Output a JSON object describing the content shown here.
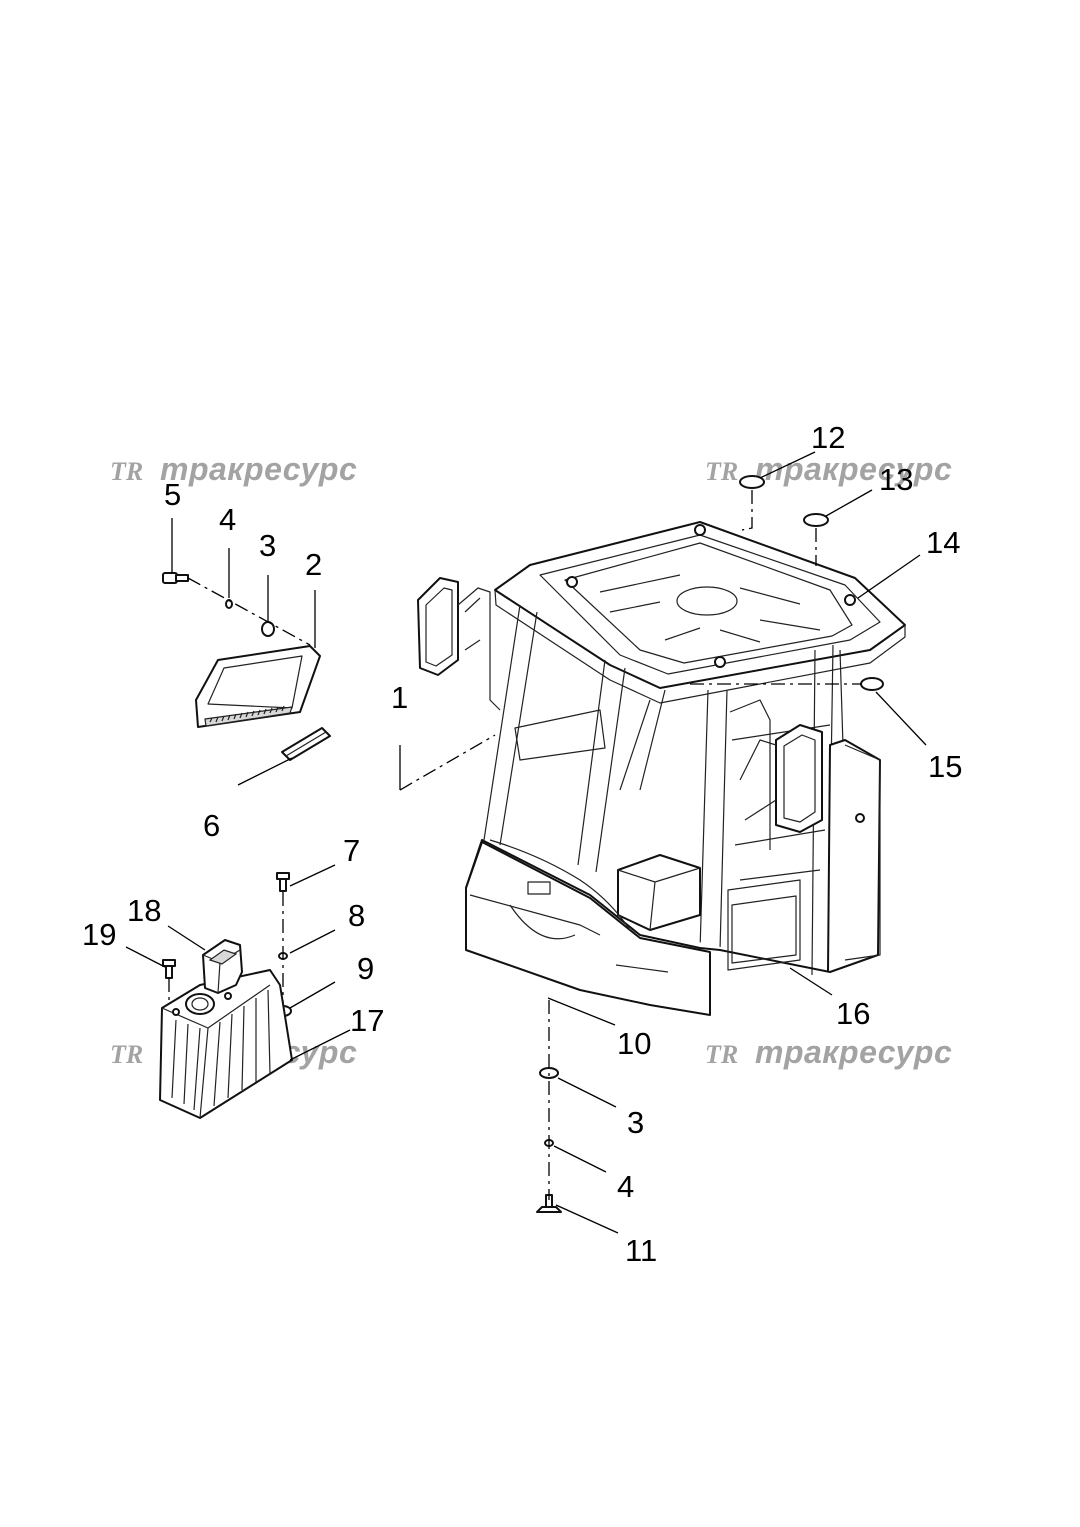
{
  "watermarks": [
    {
      "logo": "TR",
      "text": "тракресурс"
    },
    {
      "logo": "TR",
      "text": "тракресурс"
    },
    {
      "logo": "TR",
      "text": "тракресурс"
    },
    {
      "logo": "TR",
      "text": "тракресурс"
    }
  ],
  "callouts": [
    "1",
    "2",
    "3",
    "4",
    "5",
    "6",
    "7",
    "8",
    "9",
    "10",
    "11",
    "12",
    "13",
    "14",
    "15",
    "16",
    "17",
    "18",
    "19",
    "3",
    "4"
  ]
}
